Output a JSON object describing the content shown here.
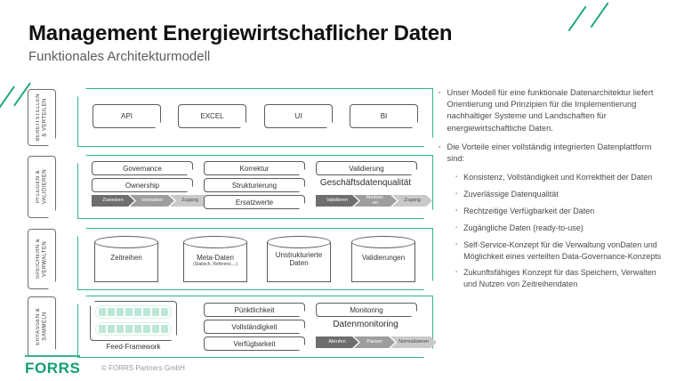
{
  "header": {
    "title": "Management Energiewirtschaflicher Daten",
    "subtitle": "Funktionales Architekturmodell"
  },
  "colors": {
    "accent_green": "#35b48a",
    "logo_green": "#13a06e",
    "tile_green": "#bde8d5",
    "chevron_dark": "#6e6e6e",
    "chevron_mid": "#9e9e9e",
    "chevron_light": "#c9c9c9"
  },
  "layers": [
    {
      "tab": "BEREITSTELLEN\n& VERTEILEN",
      "boxes": [
        "API",
        "EXCEL",
        "UI",
        "BI"
      ]
    },
    {
      "tab": "PFLEGEN &\nVALIDIEREN",
      "col1": [
        "Governance",
        "Ownership"
      ],
      "col1_chevrons": [
        "Zuweisen",
        "Verwalten",
        "Zugang"
      ],
      "col2": [
        "Korrektur",
        "Strukturierung",
        "Ersatzwerte"
      ],
      "col3": [
        "Validierung"
      ],
      "col3_caption": "Geschäftsdatenqualität",
      "col3_chevrons": [
        "Validieren",
        "Markier-\nen",
        "Zugang"
      ]
    },
    {
      "tab": "SPEICHERN &\nVERWALTEN",
      "cylinders": [
        {
          "label": "Zeitreihen",
          "sub": ""
        },
        {
          "label": "Meta-Daten",
          "sub": "(Statisch, Referenz,...)"
        },
        {
          "label": "Unstrukturierte\nDaten",
          "sub": ""
        },
        {
          "label": "Validierungen",
          "sub": ""
        }
      ]
    },
    {
      "tab": "ERFASSEN &\nSAMMELN",
      "feed_label": "Feed-Framework",
      "col2": [
        "Pünktlichkeit",
        "Vollständigkeit",
        "Verfügbarkeit"
      ],
      "col3": [
        "Monitoring"
      ],
      "col3_caption": "Datenmonitoring",
      "col3_chevrons": [
        "Abrufen",
        "Parsen",
        "Normalisieren"
      ]
    }
  ],
  "bullets": [
    {
      "text": "Unser Modell für eine funktionale Datenarchitektur liefert Orientierung und Prinzipien für die Implementierung nachhaltiger Systeme und Landschaften für energiewirtschaftliche Daten.",
      "mark": "▪"
    },
    {
      "text": "Die Vorteile einer vollständig integrierten Datenplattform sind:",
      "mark": "▪"
    }
  ],
  "sub_bullets": [
    {
      "text": "Konsistenz, Vollständigkeit und Korrektheit der Daten",
      "mark": "▪"
    },
    {
      "text": "Zuverlässige Datenqualität",
      "mark": "▪"
    },
    {
      "text": "Rechtzeitige Verfügbarkeit der Daten",
      "mark": "▪"
    },
    {
      "text": "Zugängliche Daten (ready-to-use)",
      "mark": "▪"
    },
    {
      "text": "Self-Service-Konzept für die Verwaltung vonDaten und Möglichkeit eines verteilten Data-Governance-Konzepts",
      "mark": "▪"
    },
    {
      "text": "Zukunftsfähiges Konzept für das Speichern, Verwalten und Nutzen von Zeitreihendaten",
      "mark": "▪"
    }
  ],
  "footer": {
    "logo": "FORRS",
    "copyright": "© FORRS Partners GmbH"
  }
}
